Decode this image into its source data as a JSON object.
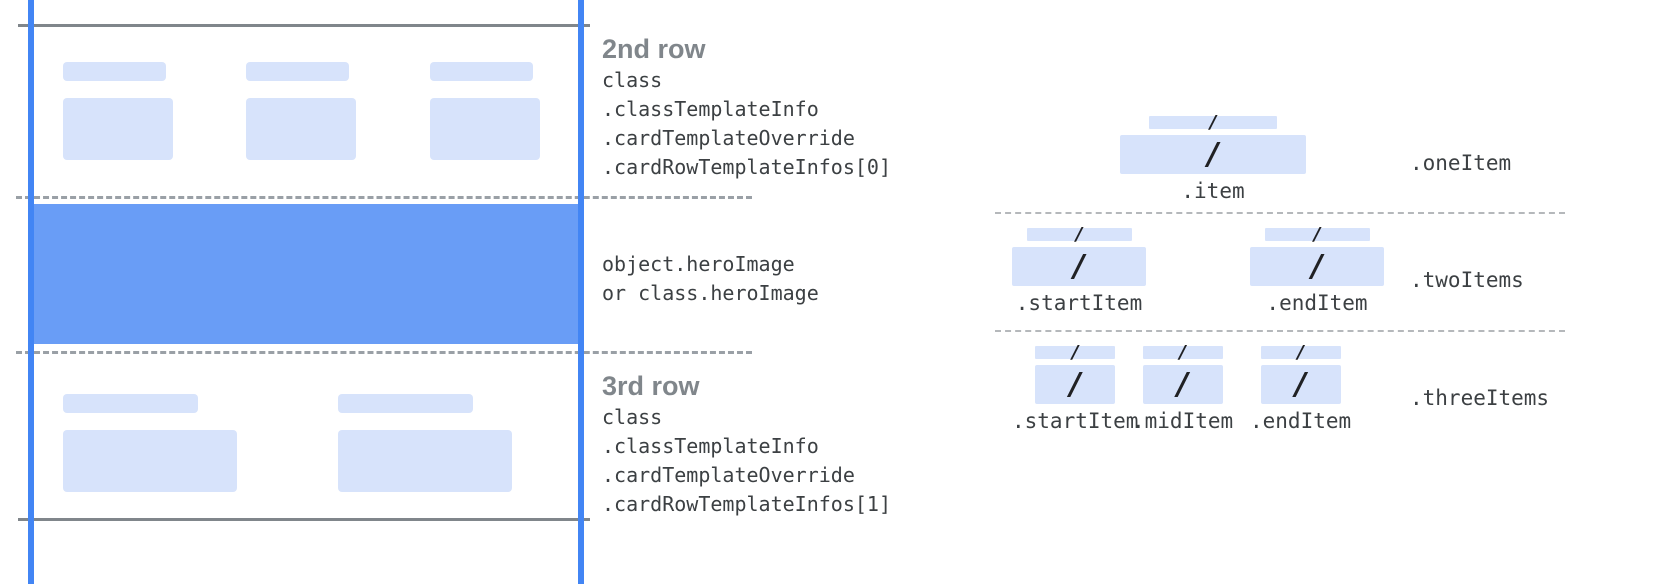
{
  "colors": {
    "guide_blue": "#4285f4",
    "hero_blue": "#699df6",
    "placeholder_blue": "#d7e3fb",
    "rule_gray": "#80868b",
    "dash_gray": "#9aa0a6",
    "code_text": "#3c4043",
    "title_gray": "#80868b"
  },
  "card_diagram": {
    "rows": [
      {
        "id": "second-row",
        "title": "2nd row",
        "code_lines": [
          "class",
          ".classTemplateInfo",
          ".cardTemplateOverride",
          ".cardRowTemplateInfos[0]"
        ],
        "columns": 3
      },
      {
        "id": "hero-row",
        "title": "",
        "code_lines": [
          "object.heroImage",
          "or class.heroImage"
        ],
        "columns": 0
      },
      {
        "id": "third-row",
        "title": "3rd row",
        "code_lines": [
          "class",
          ".classTemplateInfo",
          ".cardTemplateOverride",
          ".cardRowTemplateInfos[1]"
        ],
        "columns": 2
      }
    ]
  },
  "items_diagram": {
    "slash_glyph": "/",
    "groups": [
      {
        "id": "one-item",
        "label": ".oneItem",
        "items": [
          {
            "caption": ".item"
          }
        ]
      },
      {
        "id": "two-items",
        "label": ".twoItems",
        "items": [
          {
            "caption": ".startItem"
          },
          {
            "caption": ".endItem"
          }
        ]
      },
      {
        "id": "three-items",
        "label": ".threeItems",
        "items": [
          {
            "caption": ".startItem"
          },
          {
            "caption": ".midItem"
          },
          {
            "caption": ".endItem"
          }
        ]
      }
    ]
  }
}
